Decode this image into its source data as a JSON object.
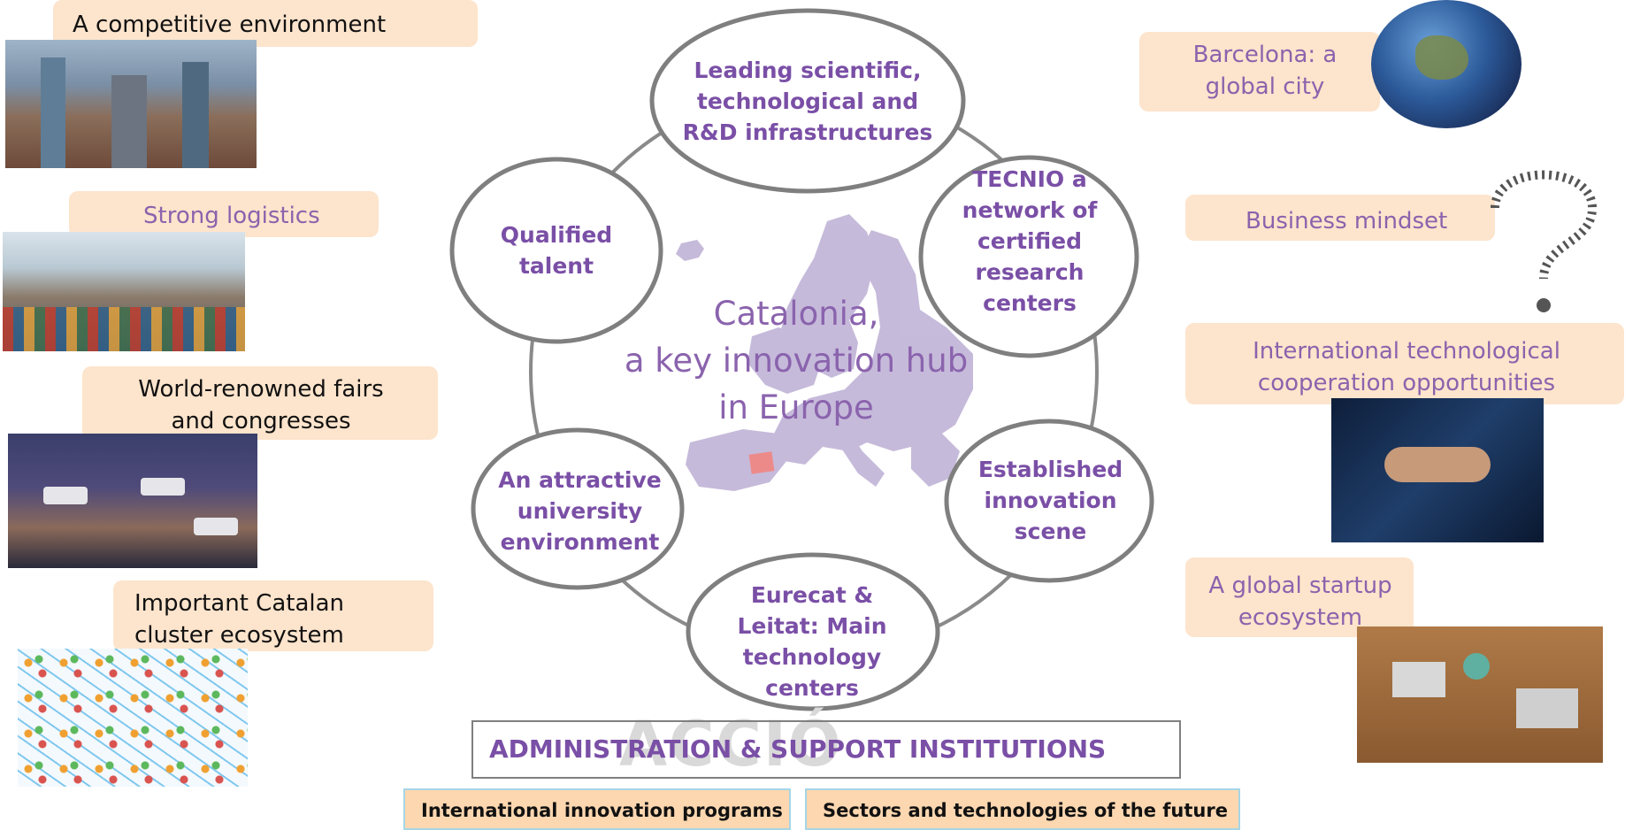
{
  "center": {
    "line1": "Catalonia,",
    "line2": "a key innovation hub",
    "line3": "in Europe"
  },
  "ellipses": [
    "Leading scientific, technological and R&D infrastructures",
    "TECNIO a network of certified research centers",
    "Established innovation scene",
    "Eurecat & Leitat: Main technology centers",
    "An attractive university environment",
    "Qualified talent"
  ],
  "left": {
    "competitive": "A competitive environment",
    "logistics": "Strong logistics",
    "fairs": "World-renowned fairs and congresses",
    "cluster": "Important Catalan cluster ecosystem"
  },
  "right": {
    "barcelona": "Barcelona: a global city",
    "mindset": "Business mindset",
    "cooperation": "International technological cooperation opportunities",
    "startup": "A global startup ecosystem"
  },
  "admin": {
    "title": "ADMINISTRATION & SUPPORT INSTITUTIONS",
    "watermark": "ACCIÓ"
  },
  "bottom": {
    "tab1": "International innovation programs",
    "tab2": "Sectors and technologies of the future"
  },
  "colors": {
    "accent": "#7a4fa6",
    "box": "#fde4cc",
    "ring": "#7f7f7f"
  }
}
